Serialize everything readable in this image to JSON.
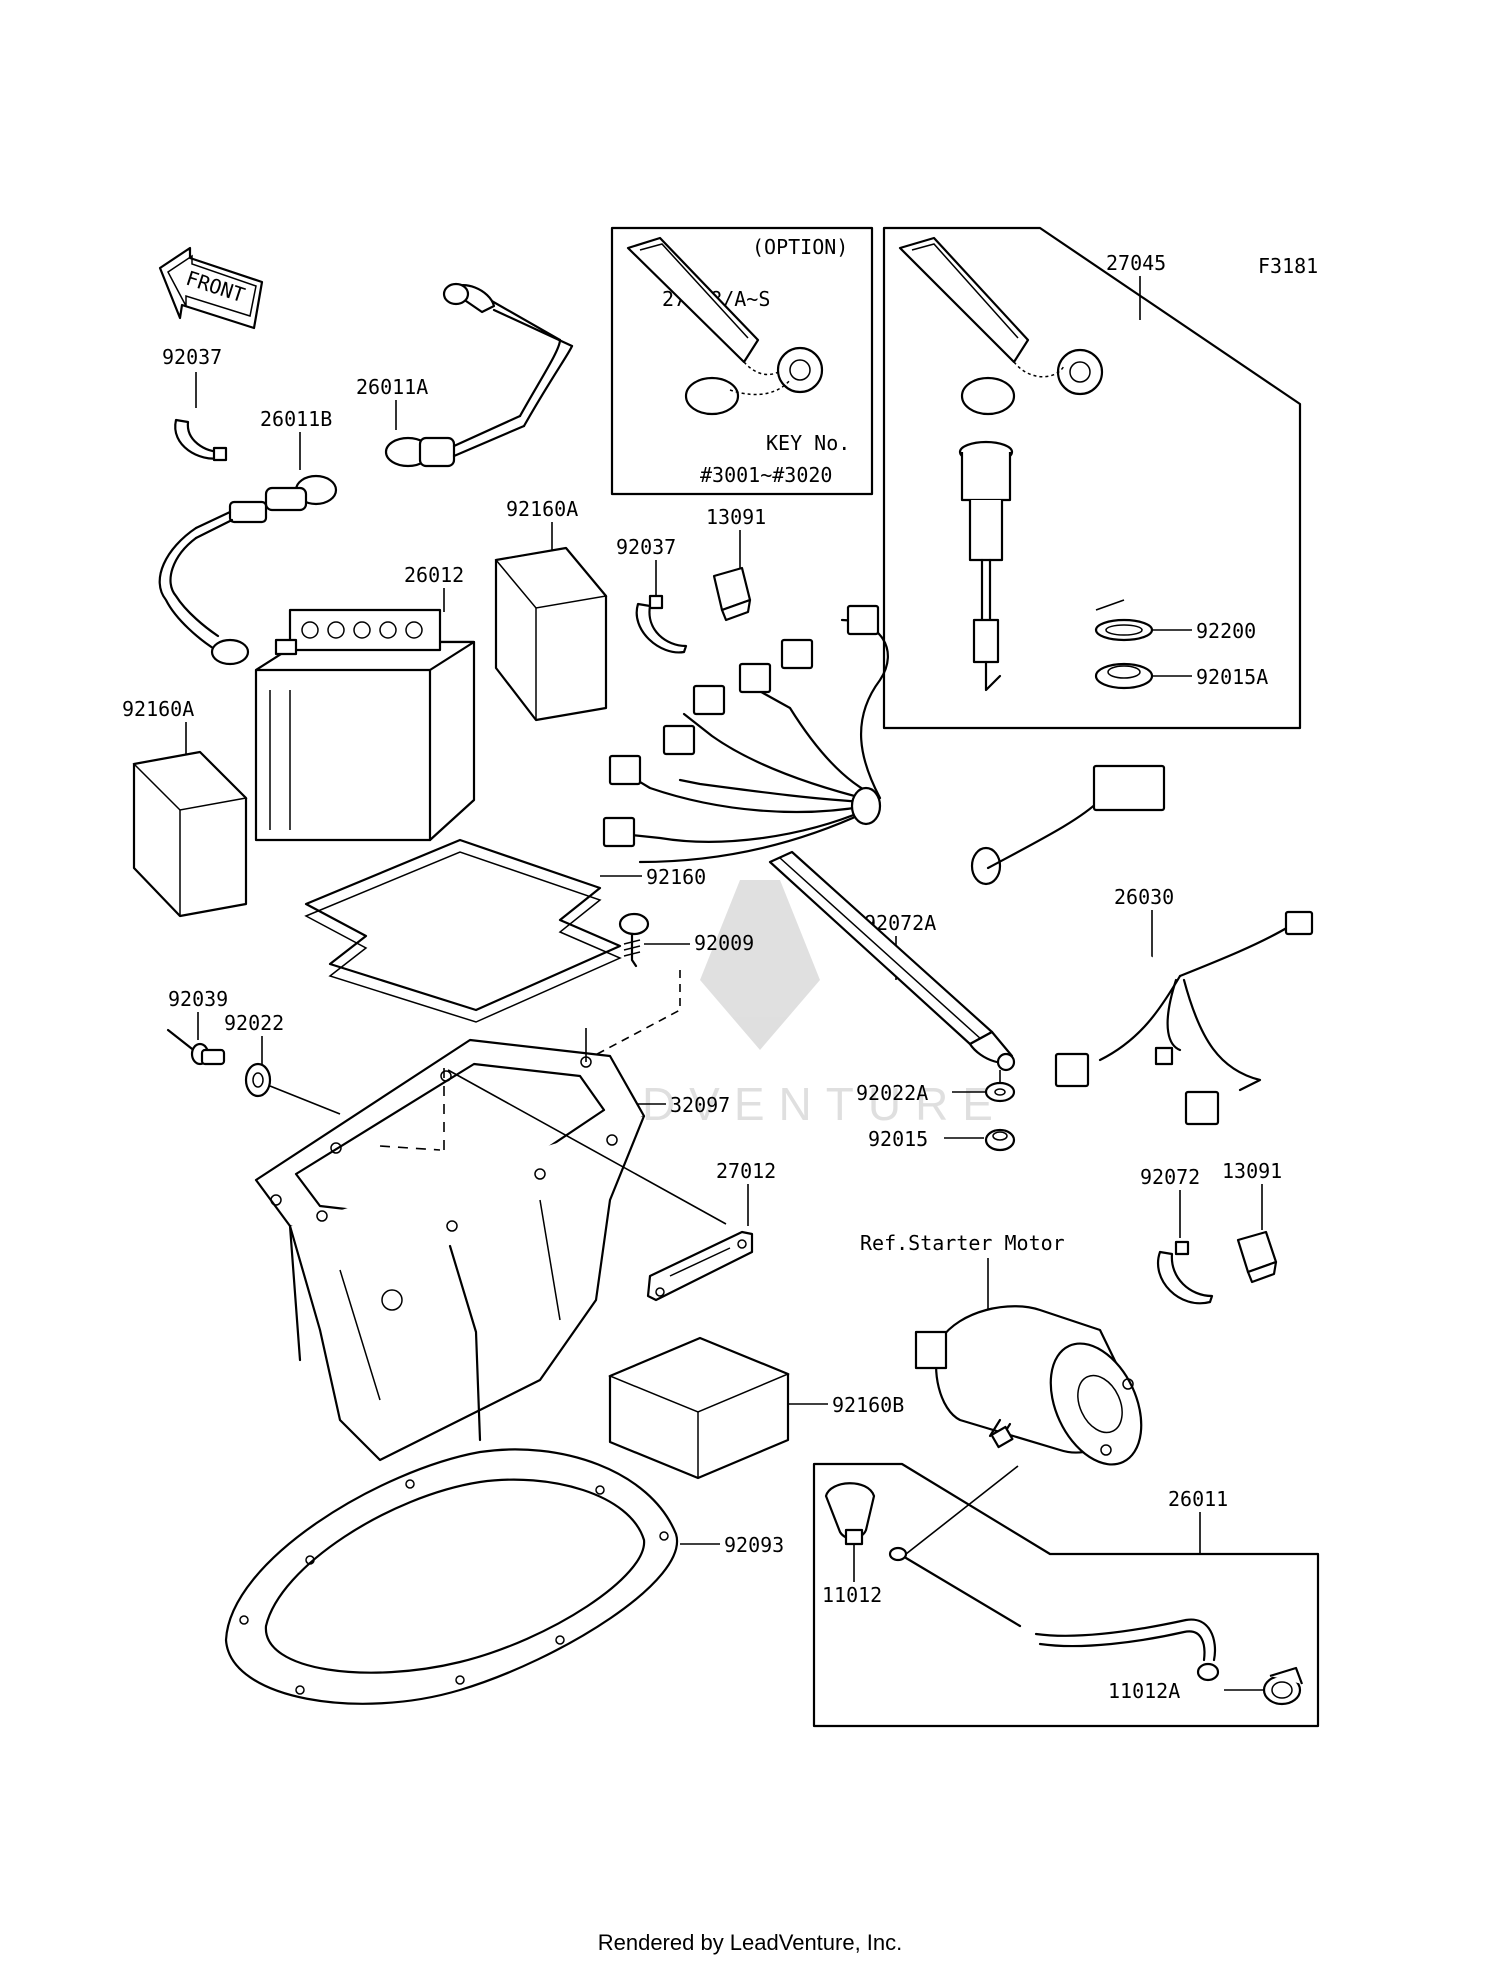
{
  "figure_code": "F3181",
  "front_label": "FRONT",
  "watermark": "LEADVENTURE",
  "footer": "Rendered by LeadVenture, Inc.",
  "option_box": {
    "title": "(OPTION)",
    "part": "27008/A~S",
    "key_no_label": "KEY No.",
    "key_range": "#3001~#3020"
  },
  "ref_note": "Ref.Starter Motor",
  "callouts": {
    "p92037_a": "92037",
    "p26011B": "26011B",
    "p26011A": "26011A",
    "p26012": "26012",
    "p92160A_a": "92160A",
    "p92160A_b": "92160A",
    "p92037_b": "92037",
    "p13091_a": "13091",
    "p27045": "27045",
    "p92200": "92200",
    "p92015A": "92015A",
    "p92160": "92160",
    "p92072A": "92072A",
    "p26030": "26030",
    "p92039": "92039",
    "p92022": "92022",
    "p92009": "92009",
    "p32097": "32097",
    "p92022A": "92022A",
    "p92015": "92015",
    "p27012": "27012",
    "p92072": "92072",
    "p13091_b": "13091",
    "p92160B": "92160B",
    "p26011": "26011",
    "p92093": "92093",
    "p11012": "11012",
    "p11012A": "11012A"
  }
}
